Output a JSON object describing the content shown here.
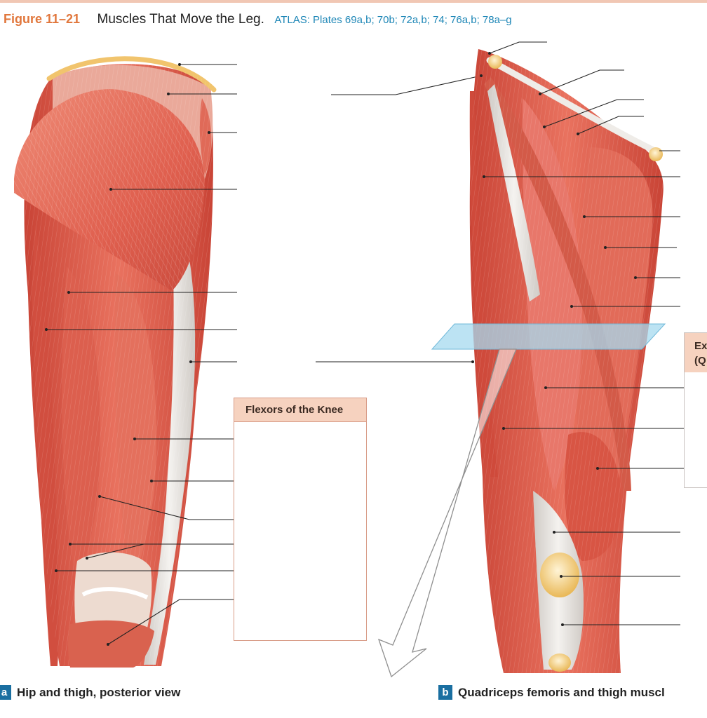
{
  "figure": {
    "number": "Figure 11–21",
    "title": "Muscles That Move the Leg.",
    "atlas": "ATLAS: Plates 69a,b; 70b; 72a,b; 74; 76a,b; 78a–g"
  },
  "panel_a": {
    "badge": "a",
    "caption": "Hip and thigh, posterior view"
  },
  "panel_b": {
    "badge": "b",
    "caption": "Quadriceps femoris and thigh muscl"
  },
  "flexor_box": {
    "heading": "Flexors of the Knee"
  },
  "extensor_box": {
    "heading_line1": "Ex",
    "heading_line2": "(Q"
  },
  "colors": {
    "figure_number": "#e1773c",
    "atlas": "#1d86b6",
    "box_heading_bg": "#f6d2bf",
    "caption_badge": "#1a6fa1",
    "muscle": "#df5a4a",
    "tendon": "#e9e7e3",
    "bone": "#f2c86c",
    "section_plane": "#a6d9ef"
  }
}
